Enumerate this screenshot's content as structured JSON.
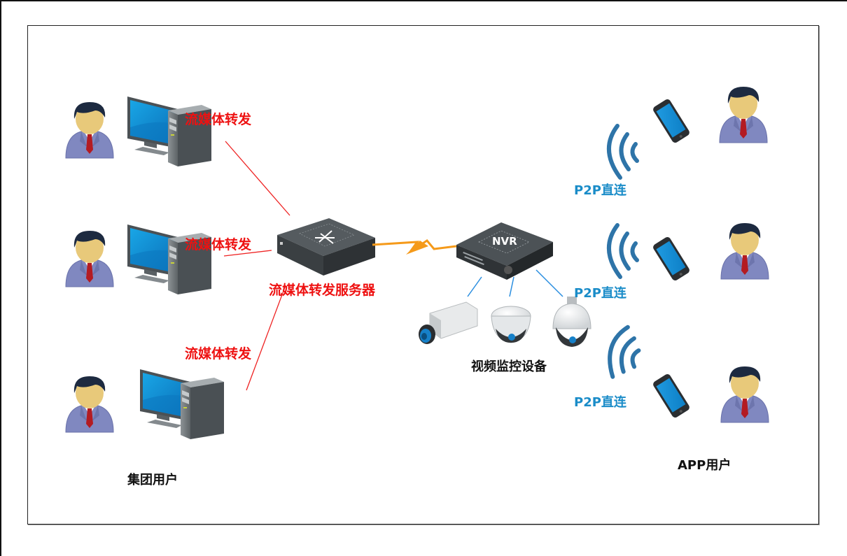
{
  "diagram": {
    "title": "",
    "colors": {
      "forward_line": "#ee2222",
      "forward_text": "#ee1111",
      "p2p_text": "#1a8cc8",
      "camera_link": "#2a8ee0",
      "wan_link": "#f59a1a",
      "wifi_waves": "#2e74a8",
      "label_text": "#111111"
    },
    "group_users": {
      "label": "集团用户",
      "clients": [
        {
          "name": "group-client-1",
          "link_label": "流媒体转发"
        },
        {
          "name": "group-client-2",
          "link_label": "流媒体转发"
        },
        {
          "name": "group-client-3",
          "link_label": "流媒体转发"
        }
      ]
    },
    "server": {
      "label": "流媒体转发服务器",
      "icon": "router-switch-icon"
    },
    "nvr": {
      "badge": "NVR",
      "devices_label": "视频监控设备",
      "cameras": [
        {
          "name": "box-camera",
          "icon": "box-camera-icon"
        },
        {
          "name": "dome-camera",
          "icon": "dome-camera-icon"
        },
        {
          "name": "ptz-camera",
          "icon": "ptz-dome-camera-icon"
        }
      ]
    },
    "app_users": {
      "label": "APP用户",
      "clients": [
        {
          "name": "app-client-1",
          "link_label": "P2P直连"
        },
        {
          "name": "app-client-2",
          "link_label": "P2P直连"
        },
        {
          "name": "app-client-3",
          "link_label": "P2P直连"
        }
      ]
    }
  }
}
